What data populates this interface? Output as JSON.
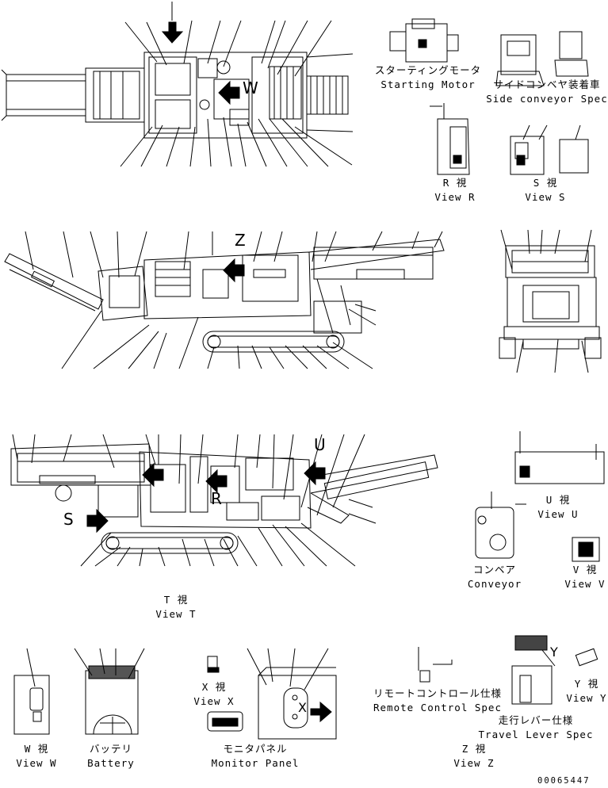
{
  "views": {
    "starting_motor_jp": "スターティングモータ",
    "starting_motor_en": "Starting Motor",
    "side_conveyor_jp": "サイドコンベヤ装着車",
    "side_conveyor_en": "Side conveyor Spec",
    "view_r_jp": "R 視",
    "view_r_en": "View R",
    "view_s_jp": "S 視",
    "view_s_en": "View S",
    "view_u_jp": "U 視",
    "view_u_en": "View U",
    "conveyor_jp": "コンベア",
    "conveyor_en": "Conveyor",
    "view_v_jp": "V 視",
    "view_v_en": "View V",
    "view_t_jp": "T 視",
    "view_t_en": "View T",
    "view_x_jp": "X 視",
    "view_x_en": "View X",
    "remote_jp": "リモートコントロール仕様",
    "remote_en": "Remote Control Spec",
    "view_y_jp": "Y 視",
    "view_y_en": "View Y",
    "travel_jp": "走行レバー仕様",
    "travel_en": "Travel Lever Spec",
    "view_w_jp": "W 視",
    "view_w_en": "View W",
    "battery_jp": "バッテリ",
    "battery_en": "Battery",
    "monitor_jp": "モニタパネル",
    "monitor_en": "Monitor Panel",
    "view_z_jp": "Z 視",
    "view_z_en": "View Z"
  },
  "view_letters": {
    "t": "T",
    "w": "W",
    "z": "Z",
    "u": "U",
    "r": "R",
    "s": "S",
    "x": "X",
    "y": "Y"
  },
  "drawing_number": "00065447"
}
